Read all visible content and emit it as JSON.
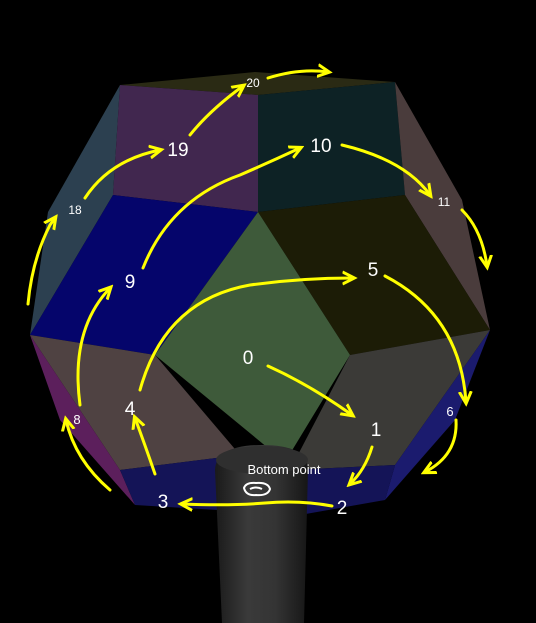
{
  "diagram": {
    "bottom_point_label": "Bottom point",
    "face_labels": {
      "l0": "0",
      "l1": "1",
      "l2": "2",
      "l3": "3",
      "l4": "4",
      "l5": "5",
      "l6": "6",
      "l8": "8",
      "l9": "9",
      "l10": "10",
      "l11": "11",
      "l18": "18",
      "l19": "19",
      "l20": "20"
    },
    "colors": {
      "background": "#000000",
      "arrow": "#ffff00",
      "label": "#ffffff",
      "face_center_green": "#3e5a3a",
      "face_navy": "#05056b",
      "face_olive_dark": "#1c1c06",
      "face_purple": "#41274f",
      "face_teal_dark": "#0d2225",
      "face_slate_blue": "#2c4050",
      "face_brown_gray": "#4a3c3c",
      "face_gray_right": "#3b3a37",
      "face_mauve": "#4f4242",
      "face_bottom_navy": "#141457",
      "face_magenta": "#5c1f5c",
      "stand": "#2d2d2d"
    }
  }
}
